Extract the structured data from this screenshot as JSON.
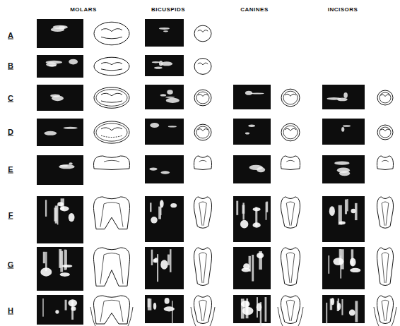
{
  "diagram": {
    "labels": [
      "MOLARS",
      "BICUSPIDS",
      "CANINES",
      "INCISORS",
      "A",
      "B",
      "C",
      "D",
      "E",
      "F",
      "G",
      "H"
    ]
  }
}
